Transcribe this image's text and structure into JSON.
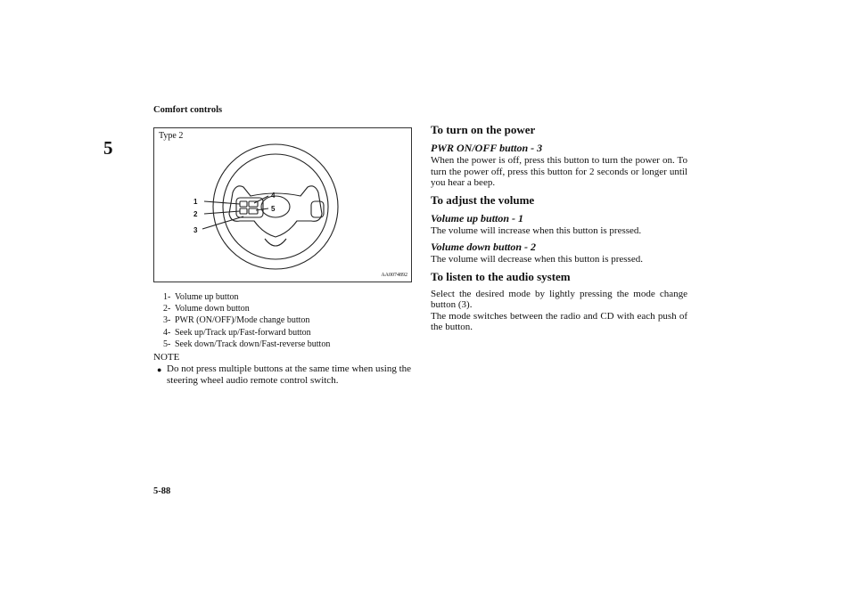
{
  "header": {
    "title": "Comfort controls"
  },
  "chapter": {
    "number": "5"
  },
  "footer": {
    "page_number": "5-88"
  },
  "figure": {
    "type_label": "Type 2",
    "image_code": "AA0074892",
    "callouts": [
      "1",
      "2",
      "3",
      "4",
      "5"
    ]
  },
  "legend": {
    "items": [
      {
        "num": "1-",
        "text": "Volume up button"
      },
      {
        "num": "2-",
        "text": "Volume down button"
      },
      {
        "num": "3-",
        "text": "PWR (ON/OFF)/Mode change button"
      },
      {
        "num": "4-",
        "text": "Seek up/Track up/Fast-forward button"
      },
      {
        "num": "5-",
        "text": "Seek down/Track down/Fast-reverse button"
      }
    ]
  },
  "note": {
    "label": "NOTE",
    "bullet": "●",
    "text": "Do not press multiple buttons at the same time when using the steering wheel audio remote control switch."
  },
  "sections": {
    "power": {
      "heading": "To turn on the power",
      "subheading": "PWR ON/OFF button - 3",
      "body": "When the power is off, press this button to turn the power on. To turn the power off, press this button for 2 seconds or longer until you hear a beep."
    },
    "volume": {
      "heading": "To adjust the volume",
      "up_subheading": "Volume up button - 1",
      "up_body": "The volume will increase when this button is pressed.",
      "down_subheading": "Volume down button - 2",
      "down_body": "The volume will decrease when this button is pressed."
    },
    "audio": {
      "heading": "To listen to the audio system",
      "body1": "Select the desired mode by lightly pressing the mode change button (3).",
      "body2": "The mode switches between the radio and CD with each push of the button."
    }
  }
}
